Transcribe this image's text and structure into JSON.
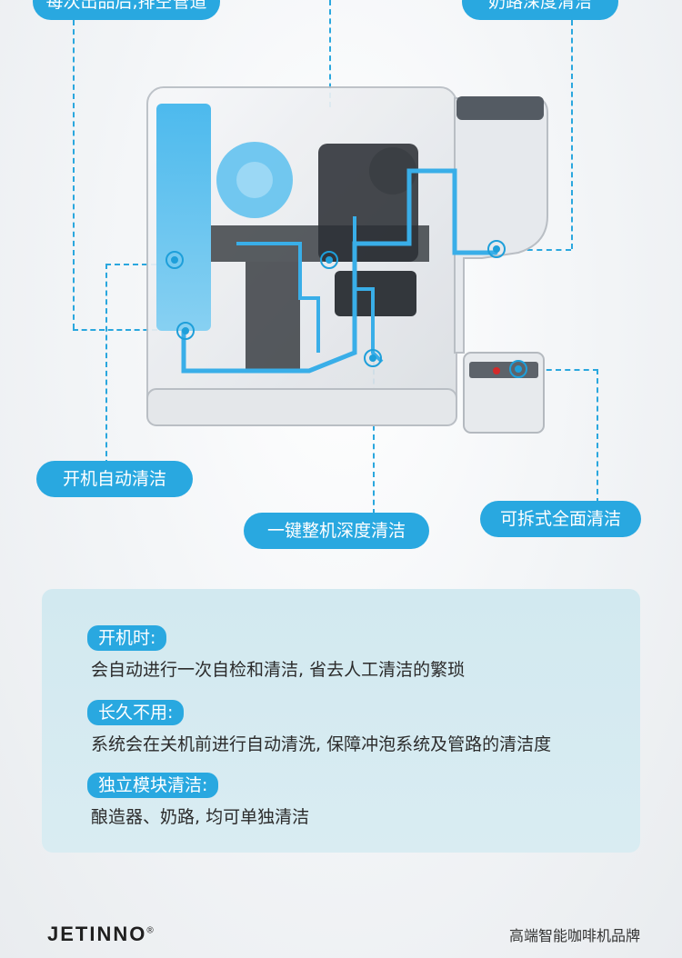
{
  "callouts": {
    "top_left": "每次出品后,排空管道",
    "top_right": "奶路深度清洁",
    "mid_left": "开机自动清洁",
    "mid_center": "一键整机深度清洁",
    "mid_right": "可拆式全面清洁"
  },
  "info": {
    "items": [
      {
        "tag": "开机时:",
        "text": "会自动进行一次自检和清洁, 省去人工清洁的繁琐"
      },
      {
        "tag": "长久不用:",
        "text": "系统会在关机前进行自动清洗, 保障冲泡系统及管路的清洁度"
      },
      {
        "tag": "独立模块清洁:",
        "text": "酿造器、奶路, 均可单独清洁"
      }
    ]
  },
  "footer": {
    "brand": "JETINNO",
    "brand_mark": "®",
    "slogan": "高端智能咖啡机品牌"
  },
  "colors": {
    "accent": "#29a8e0",
    "card_bg": "#d5eaf1"
  },
  "icons": [
    "coffee-machine-illustration",
    "target-marker-icon"
  ]
}
